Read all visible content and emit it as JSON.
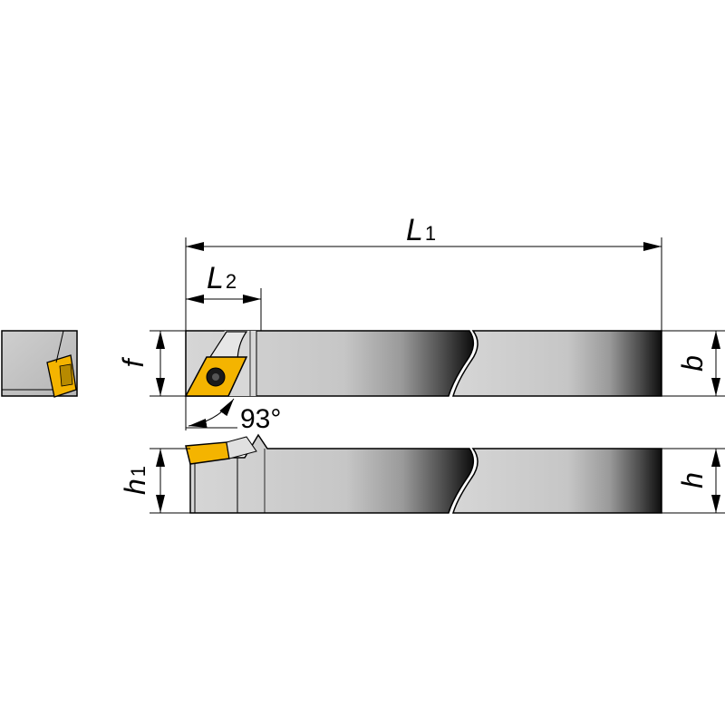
{
  "dimensions": {
    "L1": {
      "main": "L",
      "sub": "1"
    },
    "L2": {
      "main": "L",
      "sub": "2"
    },
    "f": "f",
    "b": "b",
    "h": "h",
    "h1": {
      "main": "h",
      "sub": "1"
    },
    "angle": "93°"
  },
  "colors": {
    "insert": "#f4b400",
    "body_light": "#d3d3d3",
    "body_dark": "#111111",
    "outline": "#000000"
  }
}
